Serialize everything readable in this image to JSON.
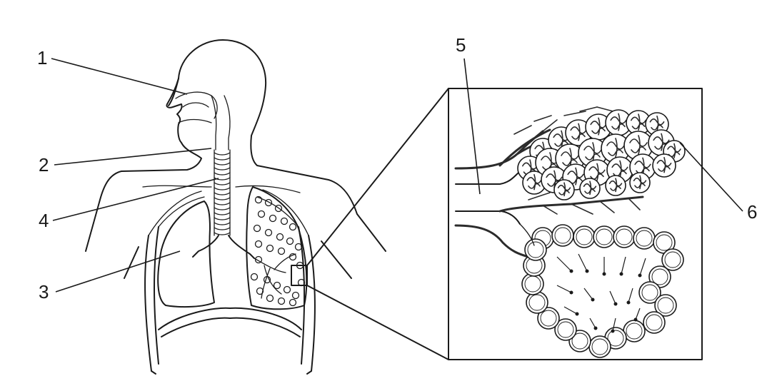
{
  "labels": [
    {
      "id": "1",
      "text": "1"
    },
    {
      "id": "2",
      "text": "2"
    },
    {
      "id": "3",
      "text": "3"
    },
    {
      "id": "4",
      "text": "4"
    },
    {
      "id": "5",
      "text": "5"
    },
    {
      "id": "6",
      "text": "6"
    }
  ],
  "colors": {
    "ink": "#1a1a1a",
    "background": "#ffffff"
  }
}
